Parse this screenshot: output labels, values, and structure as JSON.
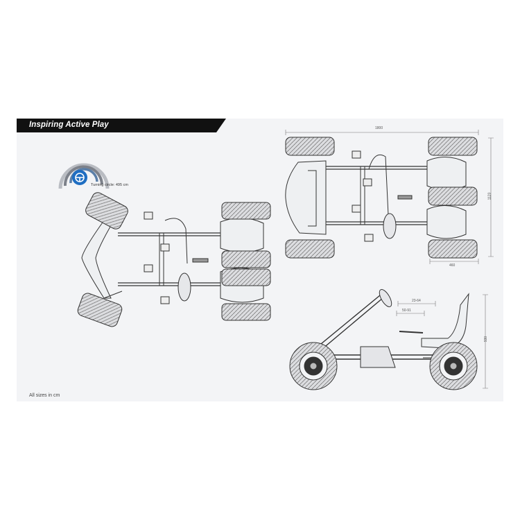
{
  "banner": {
    "title": "Inspiring Active Play"
  },
  "turning_circle": {
    "label": "Turning circle: 495 cm",
    "icon": "steering-wheel-icon",
    "accent": "#1f6ec2"
  },
  "footnote": {
    "text": "All sizes in cm"
  },
  "dimensions": {
    "top_view_width": "1800",
    "top_view_length": "1120",
    "track_width": "460",
    "side_height": "930",
    "seat_range": "23-64",
    "pedal_range": "50-91"
  },
  "colors": {
    "banner_bg": "#111111",
    "panel_bg": "#f3f4f6",
    "line": "#333333",
    "tire_fill": "#d9dadc"
  }
}
